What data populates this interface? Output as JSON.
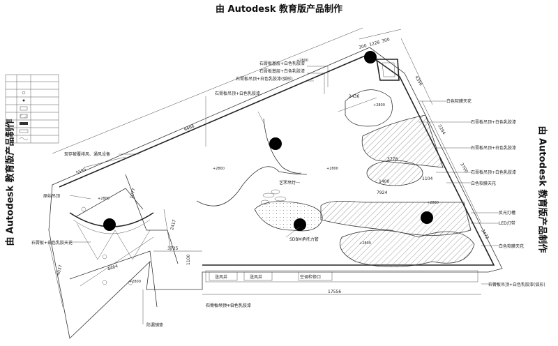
{
  "watermark": {
    "top": "由 Autodesk 教育版产品制作",
    "left": "由 Autodesk 教育版产品制作",
    "right": "由 Autodesk 教育版产品制作"
  },
  "legend": {
    "rows": [
      "",
      "",
      "",
      "",
      "",
      "",
      "",
      "",
      ""
    ]
  },
  "dimensions": {
    "top_chain": [
      "300",
      "1228",
      "300"
    ],
    "right_top": "4356",
    "diag_top": "9466",
    "left_diag": "5595",
    "mid_1077": "1077",
    "left_2417": "2417",
    "left_4037": "4037",
    "inner_4464": "4464",
    "bottom_3735": "3735",
    "bottom_1100": "1100",
    "bottom_17556": "17556",
    "inner_2436": "2436",
    "inner_3778": "3778",
    "inner_1400": "1400",
    "inner_1104": "1104",
    "inner_7924": "7924",
    "right_2264": "2264",
    "right_3700": "3700",
    "right_3473": "3473",
    "heights": [
      "+2800",
      "+2800",
      "+2800",
      "+2800",
      "+2800",
      "+2800",
      "+2800",
      "+2800"
    ]
  },
  "labels": {
    "top_1": "石膏板基层+白色乳胶漆",
    "top_2": "石膏板基层+白色乳胶漆",
    "top_3": "石膏板吊顶+白色乳胶漆(弧形)",
    "top_left": "石膏板吊顶+白色乳胶漆",
    "vent": "现存被覆排风、通风设备",
    "left_1": "原始吊顶",
    "left_2": "石膏板+白色乳胶天花",
    "art": "艺术吊灯",
    "pole": "SDBM承托力管",
    "bottom_note": "防漏铺垫",
    "bottom_gypsum": "石膏板吊顶+白色乳胶漆",
    "right_1": "白色软膜天花",
    "right_2": "石膏板吊顶+白色乳胶漆",
    "right_3": "石膏板吊顶+白色乳胶漆",
    "right_4": "石膏板吊顶+白色乳胶漆",
    "right_5": "白色软膜天花",
    "right_6": "反光灯槽",
    "right_7": "LED灯带",
    "right_8": "白色软膜天花",
    "right_9": "石膏板吊顶+白色乳胶漆(弧形)",
    "box_1": "送风井",
    "box_2": "送风井",
    "box_3": "空调检修口"
  }
}
